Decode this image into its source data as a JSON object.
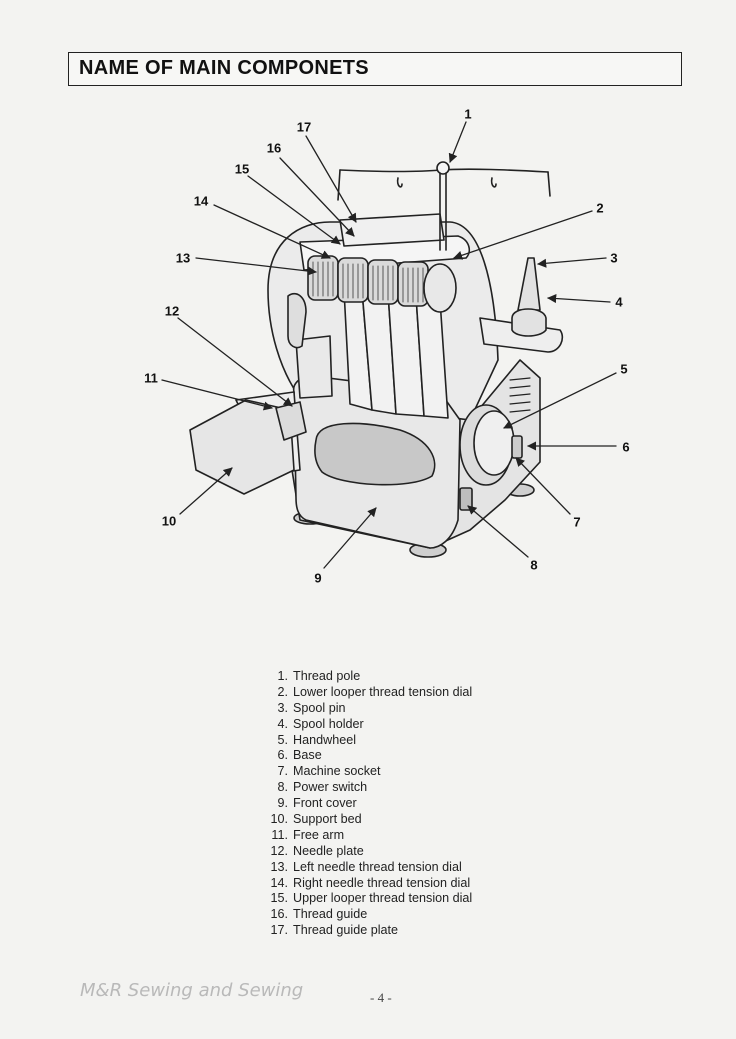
{
  "title": "NAME OF MAIN COMPONETS",
  "callouts": [
    "1",
    "2",
    "3",
    "4",
    "5",
    "6",
    "7",
    "8",
    "9",
    "10",
    "11",
    "12",
    "13",
    "14",
    "15",
    "16",
    "17"
  ],
  "components": [
    {
      "num": "1.",
      "label": "Thread pole"
    },
    {
      "num": "2.",
      "label": "Lower looper thread tension dial"
    },
    {
      "num": "3.",
      "label": "Spool pin"
    },
    {
      "num": "4.",
      "label": "Spool holder"
    },
    {
      "num": "5.",
      "label": "Handwheel"
    },
    {
      "num": "6.",
      "label": "Base"
    },
    {
      "num": "7.",
      "label": "Machine socket"
    },
    {
      "num": "8.",
      "label": "Power switch"
    },
    {
      "num": "9.",
      "label": "Front cover"
    },
    {
      "num": "10.",
      "label": "Support bed"
    },
    {
      "num": "11.",
      "label": "Free arm"
    },
    {
      "num": "12.",
      "label": "Needle plate"
    },
    {
      "num": "13.",
      "label": "Left needle thread tension dial"
    },
    {
      "num": "14.",
      "label": "Right needle thread tension dial"
    },
    {
      "num": "15.",
      "label": "Upper looper thread tension dial"
    },
    {
      "num": "16.",
      "label": "Thread guide"
    },
    {
      "num": "17.",
      "label": "Thread guide plate"
    }
  ],
  "footer": {
    "brand": "M&R Sewing and Sewing",
    "page": "- 4 -"
  }
}
